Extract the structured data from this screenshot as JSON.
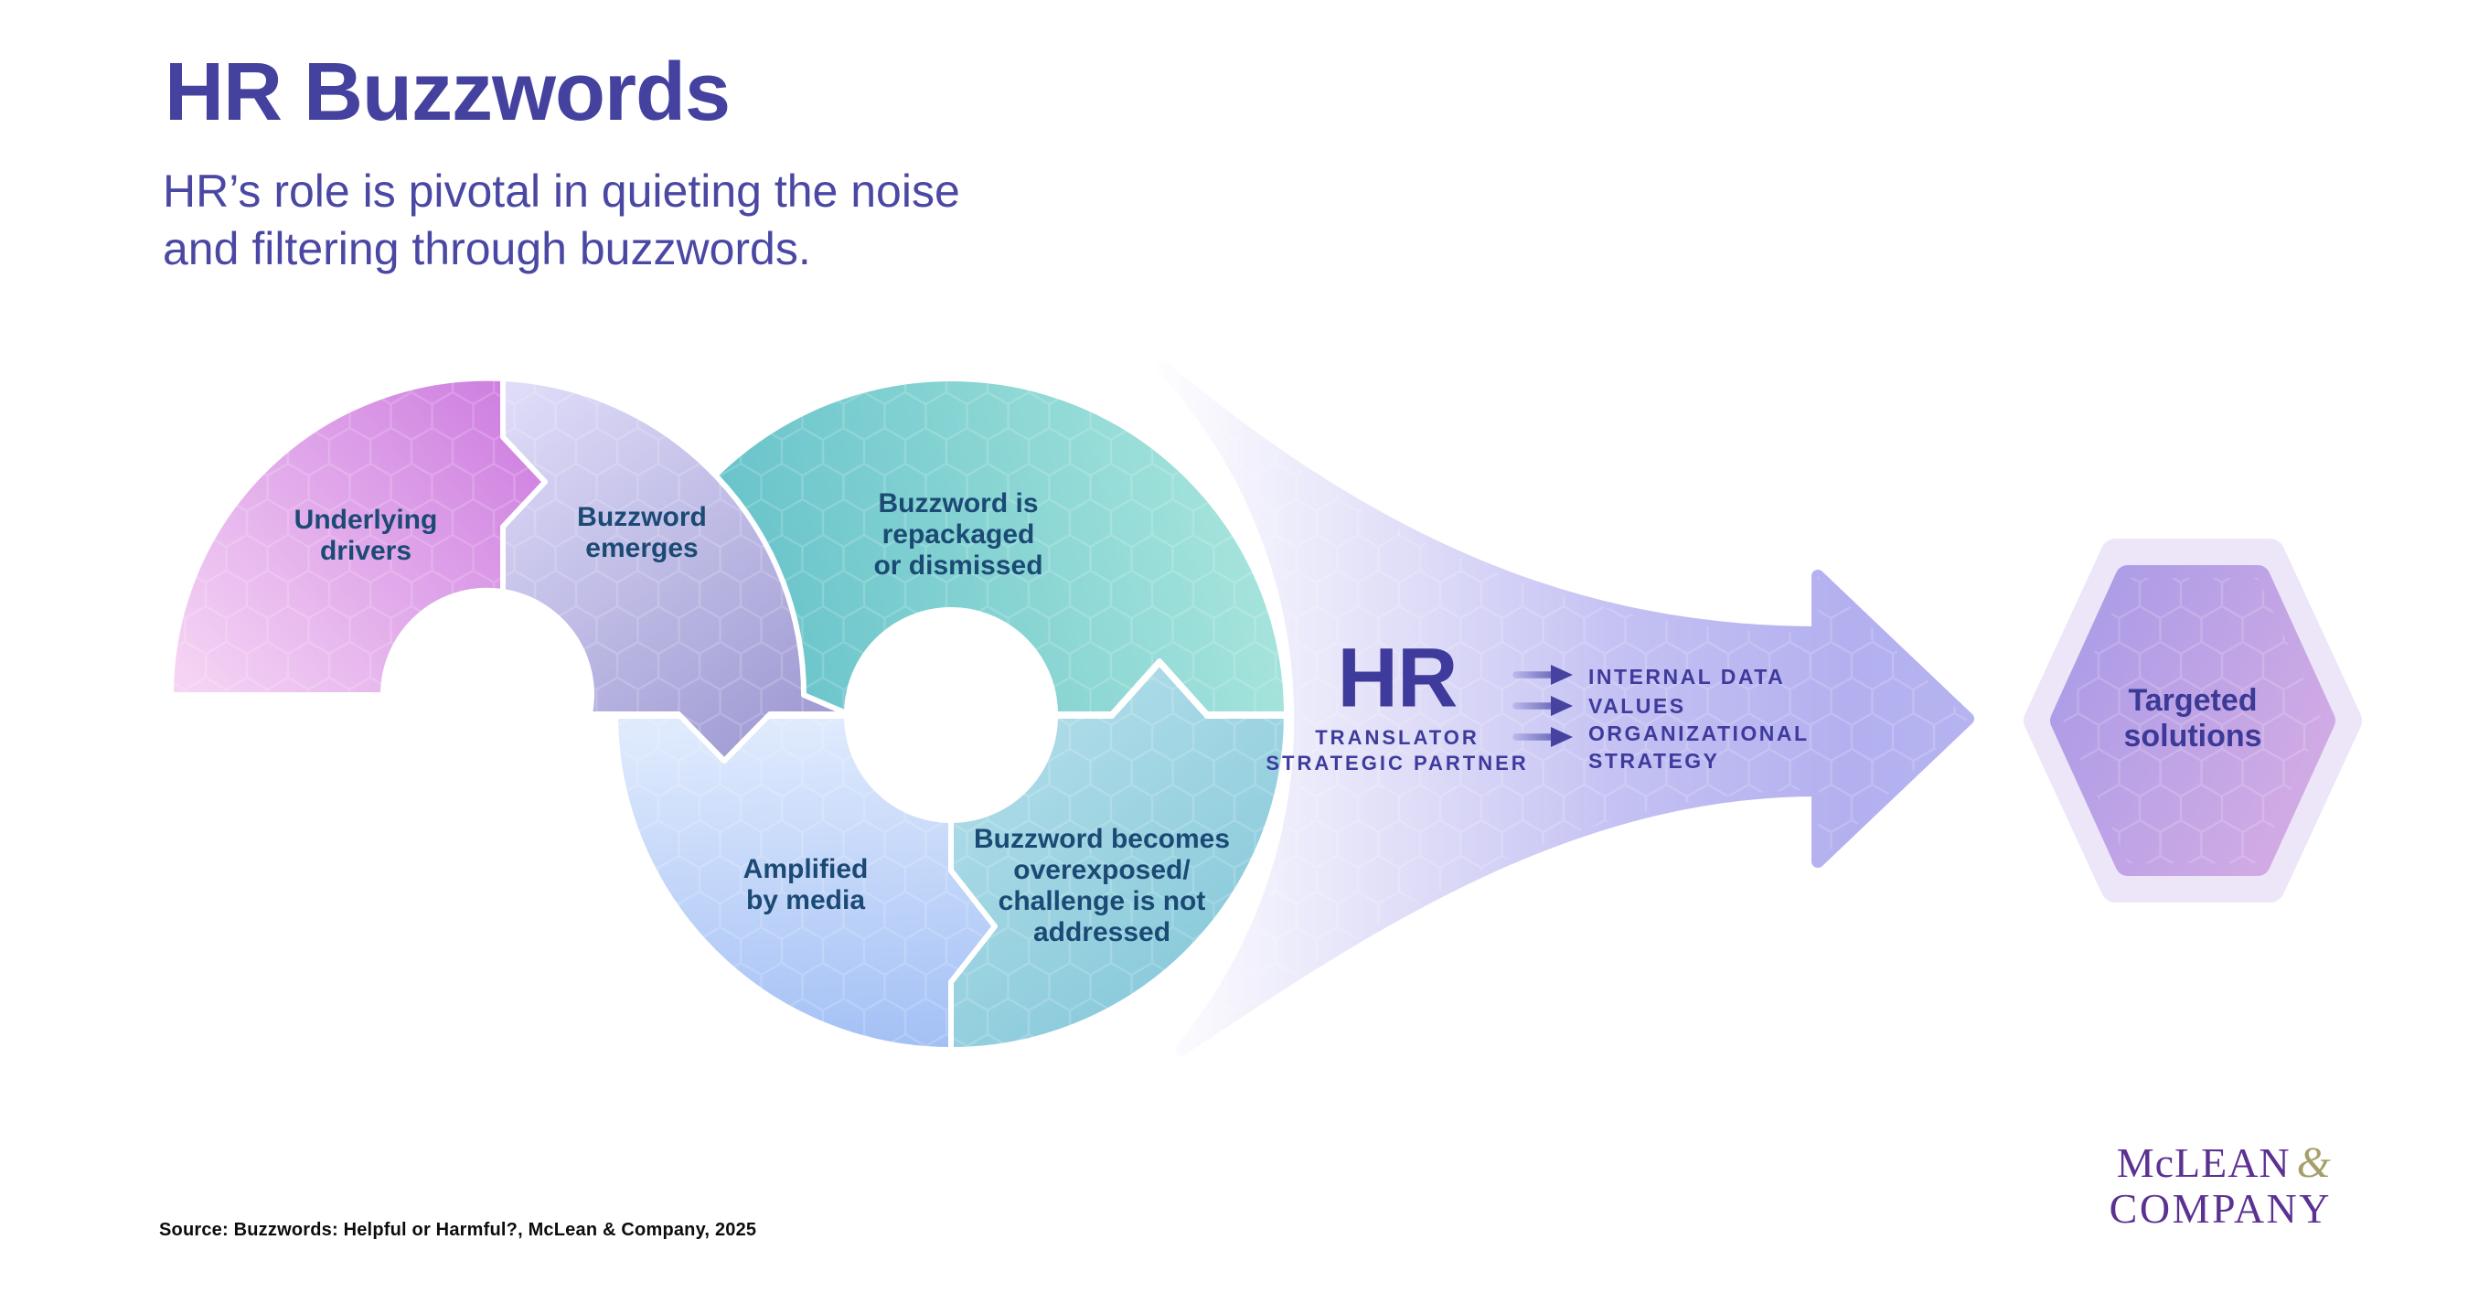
{
  "header": {
    "title": "HR Buzzwords",
    "subtitle_lines": [
      "HR’s role is pivotal in quieting the noise",
      "and filtering through buzzwords."
    ]
  },
  "diagram": {
    "segments": [
      {
        "id": "underlying-drivers",
        "lines": [
          "Underlying",
          "drivers"
        ]
      },
      {
        "id": "buzzword-emerges",
        "lines": [
          "Buzzword",
          "emerges"
        ]
      },
      {
        "id": "buzzword-repackaged",
        "lines": [
          "Buzzword is",
          "repackaged",
          "or dismissed"
        ]
      },
      {
        "id": "amplified-by-media",
        "lines": [
          "Amplified",
          "by media"
        ]
      },
      {
        "id": "buzzword-overexposed",
        "lines": [
          "Buzzword becomes",
          "overexposed/",
          "challenge is not",
          "addressed"
        ]
      }
    ],
    "hr": {
      "label": "HR",
      "roles": [
        "TRANSLATOR",
        "STRATEGIC PARTNER"
      ]
    },
    "inputs": [
      {
        "lines": [
          "INTERNAL DATA"
        ]
      },
      {
        "lines": [
          "VALUES"
        ]
      },
      {
        "lines": [
          "ORGANIZATIONAL",
          "STRATEGY"
        ]
      }
    ],
    "outcome": {
      "lines": [
        "Targeted",
        "solutions"
      ]
    },
    "colors": {
      "title_text": "#44419F",
      "subtitle_text": "#4B48A4",
      "segment_text": "#1B4A74",
      "hr_text": "#3E3B9C",
      "pink_start": "#F2CCF2",
      "pink_end": "#CC79DF",
      "lavender_start": "#DEDCF8",
      "lavender_end": "#A29DD4",
      "teal_start": "#5ABCC6",
      "teal_end": "#A9E6DD",
      "blue_start": "#DFEAFD",
      "blue_end": "#A3C0F5",
      "bottom_teal_start": "#AFDCE8",
      "bottom_teal_end": "#82C7D8",
      "funnel": "#B3B0EF",
      "hexagon_start": "#AC9CE7",
      "hexagon_end": "#D5ACE4",
      "hexagon_halo": "#ECE6F8"
    }
  },
  "footer": {
    "source": "Source: Buzzwords: Helpful or Harmful?, McLean & Company, 2025",
    "logo": {
      "line1": "McLEAN",
      "ampersand": "&",
      "line2": "COMPANY"
    }
  }
}
